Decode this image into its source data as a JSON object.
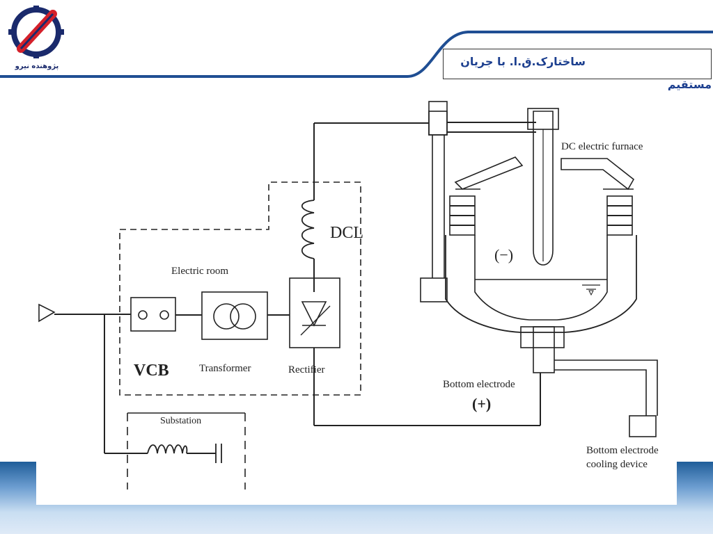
{
  "header": {
    "logo_caption": "پژوهنده نیرو",
    "title_line1": "ساختارک.ق.ا. با جریان",
    "title_line2": "مستقیم"
  },
  "diagram": {
    "labels": {
      "electric_room": "Electric room",
      "dcl": "DCL",
      "vcb": "VCB",
      "transformer": "Transformer",
      "rectifier": "Rectifier",
      "substation": "Substation",
      "dc_furnace": "DC electric furnace",
      "negative": "(−)",
      "bottom_electrode": "Bottom electrode",
      "positive": "(+)",
      "cooling_line1": "Bottom electrode",
      "cooling_line2": "cooling device"
    }
  },
  "colors": {
    "accent": "#1c3f8f",
    "band_dark": "#1f5d99",
    "band_light": "#dfeaf7",
    "logo_red": "#d4202a"
  }
}
